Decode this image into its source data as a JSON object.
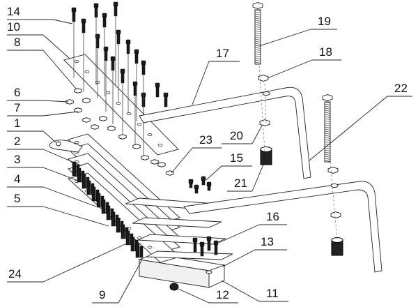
{
  "figure": {
    "labels": [
      {
        "id": "14",
        "text": "14"
      },
      {
        "id": "10",
        "text": "10"
      },
      {
        "id": "8",
        "text": "8"
      },
      {
        "id": "6",
        "text": "6"
      },
      {
        "id": "7",
        "text": "7"
      },
      {
        "id": "1",
        "text": "1"
      },
      {
        "id": "2",
        "text": "2"
      },
      {
        "id": "3",
        "text": "3"
      },
      {
        "id": "4",
        "text": "4"
      },
      {
        "id": "5",
        "text": "5"
      },
      {
        "id": "24",
        "text": "24"
      },
      {
        "id": "9",
        "text": "9"
      },
      {
        "id": "12",
        "text": "12"
      },
      {
        "id": "11",
        "text": "11"
      },
      {
        "id": "13",
        "text": "13"
      },
      {
        "id": "16",
        "text": "16"
      },
      {
        "id": "15",
        "text": "15"
      },
      {
        "id": "21",
        "text": "21"
      },
      {
        "id": "20",
        "text": "20"
      },
      {
        "id": "23",
        "text": "23"
      },
      {
        "id": "17",
        "text": "17"
      },
      {
        "id": "18",
        "text": "18"
      },
      {
        "id": "19",
        "text": "19"
      },
      {
        "id": "22",
        "text": "22"
      }
    ]
  }
}
